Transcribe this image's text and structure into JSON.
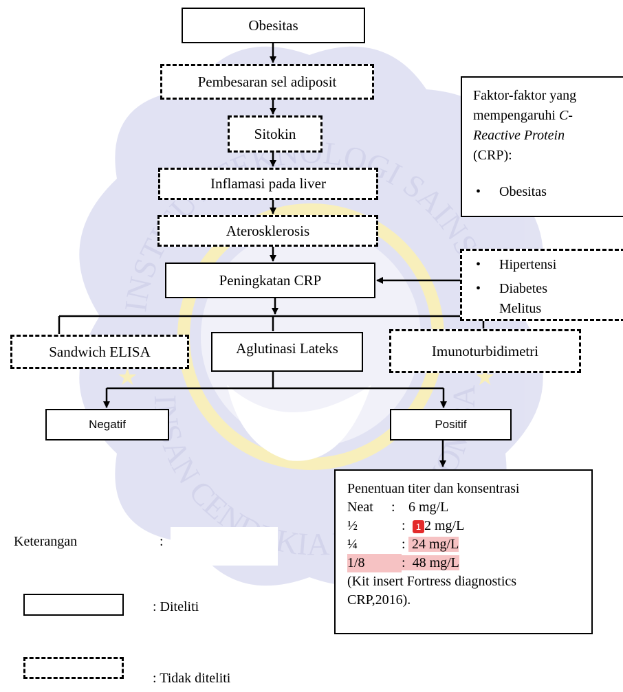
{
  "watermark": {
    "arc_top_text": "INSTITUT TEKNOLOGI SAINS DAN KESEHATAN",
    "arc_bottom_text": "INSAN CENDEKIA MEDIKA JOMBANG",
    "colors": {
      "seal": "#c5c7e8",
      "gold": "#f2e07a"
    }
  },
  "flow": {
    "obesitas": "Obesitas",
    "pembesaran": "Pembesaran sel adiposit",
    "sitokin": "Sitokin",
    "inflamasi": "Inflamasi pada liver",
    "aterosklerosis": "Aterosklerosis",
    "peningkatan": "Peningkatan CRP",
    "sandwich": "Sandwich ELISA",
    "aglutinasi": "Aglutinasi Lateks",
    "imuno": "Imunoturbidimetri",
    "negatif": "Negatif",
    "positif": "Positif"
  },
  "factors": {
    "line1": "Faktor-faktor yang",
    "line2a": "mempengaruhi ",
    "line2b": "C-",
    "line3": "Reactive Protein",
    "line4": "(CRP):",
    "items": [
      "Obesitas",
      "Hipertensi",
      "Diabetes",
      "Melitus"
    ],
    "bullet": "•"
  },
  "titer": {
    "title": "Penentuan titer dan konsentrasi",
    "rows": [
      {
        "label": "Neat",
        "sep": ":",
        "value": "6 mg/L"
      },
      {
        "label": "½",
        "sep": ":",
        "badge": "1",
        "value": "2 mg/L"
      },
      {
        "label": "¼",
        "sep": ":",
        "value": "24 mg/L"
      },
      {
        "label": "1/8",
        "sep": ":",
        "value": "48 mg/L"
      }
    ],
    "source1": "(Kit insert Fortress diagnostics",
    "source2": "CRP,2016)."
  },
  "legend": {
    "title": "Keterangan",
    "colon": ":",
    "solid_label": ": Diteliti",
    "dashed_label": ": Tidak diteliti"
  },
  "highlight_color": "#f6c2c3"
}
